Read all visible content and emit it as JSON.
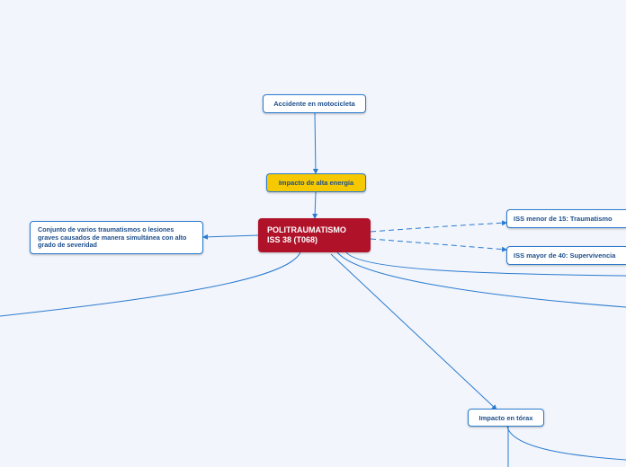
{
  "nodes": {
    "accidente": "Accidente en motocicleta",
    "impacto_alta": "Impacto de alta energía",
    "main_line1": "POLITRAUMATISMO",
    "main_line2": "ISS 38  (T068)",
    "definicion": "Conjunto de varios traumatismos o lesiones graves causados de manera simultánea con alto grado de severidad",
    "iss_menor": "ISS menor de 15: Traumatismo",
    "iss_mayor": "ISS mayor de 40: Supervivencia",
    "torax": "Impacto en tórax"
  },
  "colors": {
    "background": "#f2f5fb",
    "line": "#2a7bd0",
    "main_node": "#b0122a",
    "highlight_node": "#f6c800",
    "node_text": "#1d4f8c"
  }
}
